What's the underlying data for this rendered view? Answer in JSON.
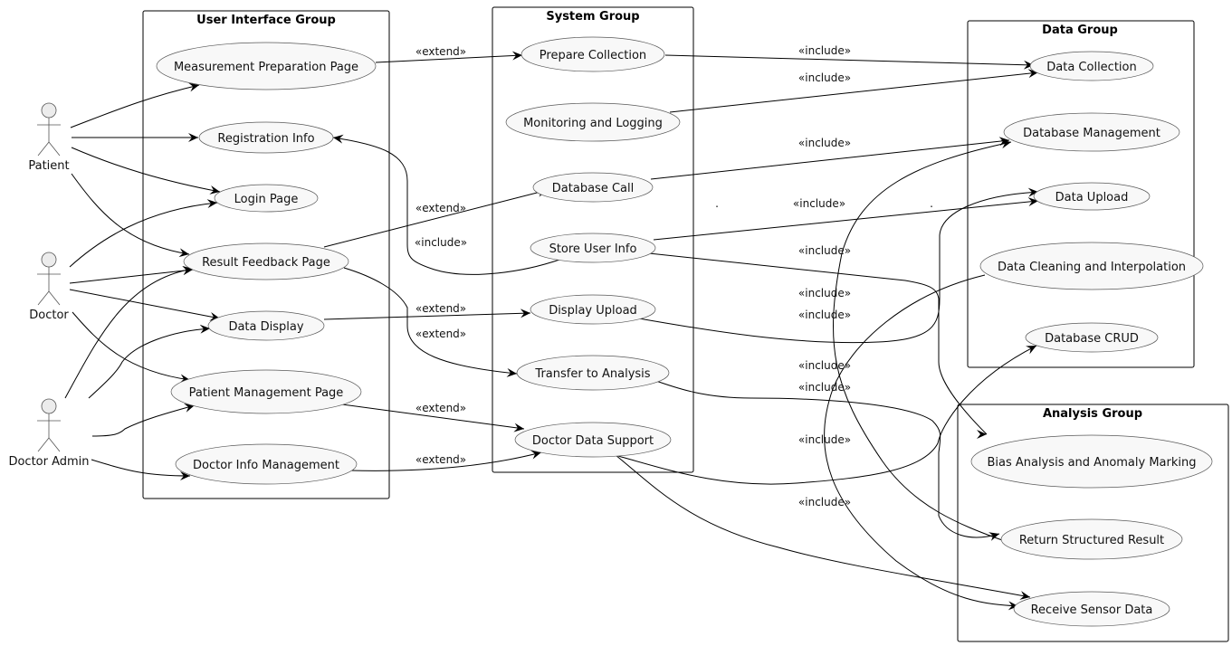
{
  "diagram": {
    "type": "uml-use-case",
    "packages": [
      {
        "id": "ui",
        "title": "User Interface Group"
      },
      {
        "id": "sys",
        "title": "System Group"
      },
      {
        "id": "data",
        "title": "Data Group"
      },
      {
        "id": "analysis",
        "title": "Analysis Group"
      }
    ],
    "actors": [
      {
        "id": "patient",
        "label": "Patient"
      },
      {
        "id": "doctor",
        "label": "Doctor"
      },
      {
        "id": "admin",
        "label": "Doctor Admin"
      }
    ],
    "usecases": [
      {
        "id": "mpp",
        "label": "Measurement Preparation Page",
        "package": "ui"
      },
      {
        "id": "reg",
        "label": "Registration Info",
        "package": "ui"
      },
      {
        "id": "login",
        "label": "Login Page",
        "package": "ui"
      },
      {
        "id": "rfp",
        "label": "Result Feedback Page",
        "package": "ui"
      },
      {
        "id": "dd",
        "label": "Data Display",
        "package": "ui"
      },
      {
        "id": "pmp",
        "label": "Patient Management Page",
        "package": "ui"
      },
      {
        "id": "dim",
        "label": "Doctor Info Management",
        "package": "ui"
      },
      {
        "id": "pc",
        "label": "Prepare Collection",
        "package": "sys"
      },
      {
        "id": "ml",
        "label": "Monitoring and Logging",
        "package": "sys"
      },
      {
        "id": "dbc",
        "label": "Database Call",
        "package": "sys"
      },
      {
        "id": "sui",
        "label": "Store User Info",
        "package": "sys"
      },
      {
        "id": "du",
        "label": "Display Upload",
        "package": "sys"
      },
      {
        "id": "tta",
        "label": "Transfer to Analysis",
        "package": "sys"
      },
      {
        "id": "dds",
        "label": "Doctor Data Support",
        "package": "sys"
      },
      {
        "id": "dc",
        "label": "Data Collection",
        "package": "data"
      },
      {
        "id": "dbm",
        "label": "Database Management",
        "package": "data"
      },
      {
        "id": "dup",
        "label": "Data Upload",
        "package": "data"
      },
      {
        "id": "dci",
        "label": "Data Cleaning and Interpolation",
        "package": "data"
      },
      {
        "id": "crud",
        "label": "Database CRUD",
        "package": "data"
      },
      {
        "id": "bias",
        "label": "Bias Analysis and Anomaly Marking",
        "package": "analysis"
      },
      {
        "id": "rsr",
        "label": "Return Structured Result",
        "package": "analysis"
      },
      {
        "id": "rsd",
        "label": "Receive Sensor Data",
        "package": "analysis"
      }
    ],
    "associations": [
      {
        "from": "patient",
        "to": "mpp"
      },
      {
        "from": "patient",
        "to": "reg"
      },
      {
        "from": "patient",
        "to": "login"
      },
      {
        "from": "patient",
        "to": "rfp"
      },
      {
        "from": "doctor",
        "to": "login"
      },
      {
        "from": "doctor",
        "to": "rfp"
      },
      {
        "from": "doctor",
        "to": "dd"
      },
      {
        "from": "doctor",
        "to": "pmp"
      },
      {
        "from": "admin",
        "to": "rfp"
      },
      {
        "from": "admin",
        "to": "dd"
      },
      {
        "from": "admin",
        "to": "pmp"
      },
      {
        "from": "admin",
        "to": "dim"
      }
    ],
    "relations": [
      {
        "from": "mpp",
        "to": "pc",
        "label": "«extend»"
      },
      {
        "from": "rfp",
        "to": "dbc",
        "label": "«extend»"
      },
      {
        "from": "sui",
        "to": "reg",
        "label": "«include»"
      },
      {
        "from": "dd",
        "to": "du",
        "label": "«extend»"
      },
      {
        "from": "rfp",
        "to": "tta",
        "label": "«extend»"
      },
      {
        "from": "pmp",
        "to": "dds",
        "label": "«extend»"
      },
      {
        "from": "dim",
        "to": "dds",
        "label": "«extend»"
      },
      {
        "from": "pc",
        "to": "dc",
        "label": "«include»"
      },
      {
        "from": "ml",
        "to": "dc",
        "label": "«include»"
      },
      {
        "from": "dbc",
        "to": "dbm",
        "label": "«include»"
      },
      {
        "from": "sui",
        "to": "dup",
        "label": "«include»"
      },
      {
        "from": "sui",
        "to": "bias",
        "label": "«include»"
      },
      {
        "from": "rsr",
        "to": "dbm",
        "label": "«include»"
      },
      {
        "from": "du",
        "to": "dup",
        "label": "«include»"
      },
      {
        "from": "dci",
        "to": "rsd",
        "label": "«include»"
      },
      {
        "from": "tta",
        "to": "rsr",
        "label": "«include»"
      },
      {
        "from": "dds",
        "to": "crud",
        "label": "«include»"
      },
      {
        "from": "dds",
        "to": "rsd",
        "label": "«include»"
      }
    ],
    "labels": {
      "ext": "«extend»",
      "inc": "«include»",
      "dot": "."
    }
  }
}
